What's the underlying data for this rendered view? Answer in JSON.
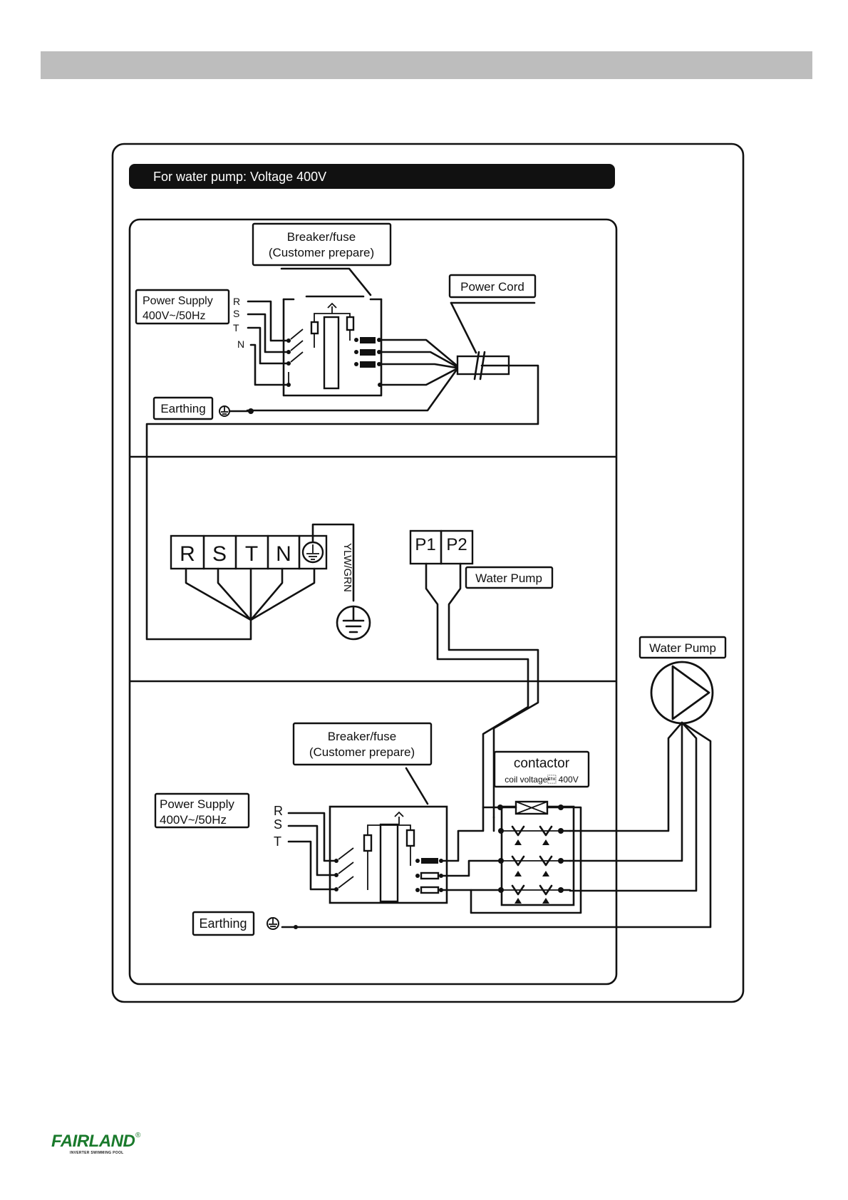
{
  "section_title": "For water pump: Voltage 400V",
  "top_panel": {
    "breaker_label_line1": "Breaker/fuse",
    "breaker_label_line2": "(Customer prepare)",
    "power_supply_line1": "Power Supply",
    "power_supply_line2": "400V~/50Hz",
    "power_cord": "Power Cord",
    "earthing": "Earthing",
    "phase_r": "R",
    "phase_s": "S",
    "phase_t": "T",
    "phase_n": "N"
  },
  "middle_panel": {
    "terminals": [
      "R",
      "S",
      "T",
      "N"
    ],
    "earth_wire_label": "YLW/GRN",
    "pump_terminals": [
      "P1",
      "P2"
    ],
    "water_pump_label": "Water Pump"
  },
  "right_label": {
    "water_pump": "Water Pump"
  },
  "bottom_panel": {
    "breaker_label_line1": "Breaker/fuse",
    "breaker_label_line2": "(Customer prepare)",
    "power_supply_line1": "Power Supply",
    "power_supply_line2": "400V~/50Hz",
    "phase_r": "R",
    "phase_s": "S",
    "phase_t": "T",
    "contactor": "contactor",
    "coil_voltage": "coil voltage\u0003 400V",
    "earthing": "Earthing"
  },
  "logo": {
    "brand": "FAIRLAND",
    "registered": "®",
    "tagline": "INVERTER SWIMMING POOL"
  }
}
